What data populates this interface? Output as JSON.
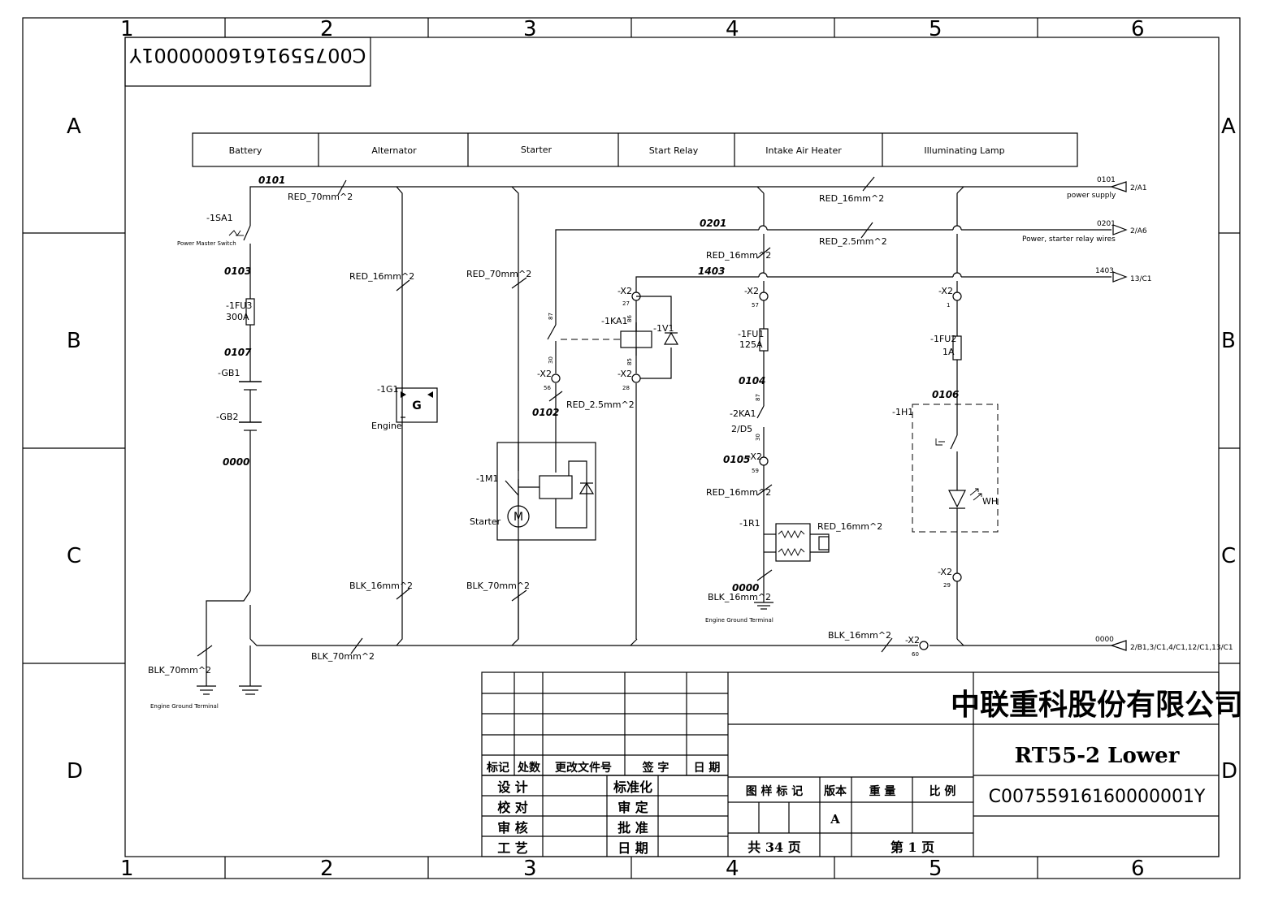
{
  "border": {
    "columns": [
      "1",
      "2",
      "3",
      "4",
      "5",
      "6"
    ],
    "rows": [
      "A",
      "B",
      "C",
      "D"
    ]
  },
  "corner_stamp": "C00755916160000001Y",
  "function_header": [
    "Battery",
    "Alternator",
    "Starter",
    "Start Relay",
    "Intake Air Heater",
    "Illuminating Lamp"
  ],
  "wires": {
    "w0101": "0101",
    "w0103": "0103",
    "w0107": "0107",
    "w0000": "0000",
    "w0201": "0201",
    "w1403": "1403",
    "w0102": "0102",
    "w0104": "0104",
    "w0105": "0105",
    "w0106": "0106",
    "w0000b": "0000"
  },
  "cables": {
    "red70a": "RED_70mm^2",
    "red16alt": "RED_16mm^2",
    "red70st": "RED_70mm^2",
    "red16main": "RED_16mm^2",
    "red25a": "RED_2.5mm^2",
    "red16b": "RED_16mm^2",
    "red25b": "RED_2.5mm^2",
    "red16c": "RED_16mm^2",
    "red16d": "RED_16mm^2",
    "blk16alt": "BLK_16mm^2",
    "blk70st": "BLK_70mm^2",
    "blk70bot": "BLK_70mm^2",
    "blk70gnd": "BLK_70mm^2",
    "blk16heat": "BLK_16mm^2",
    "blk16right": "BLK_16mm^2"
  },
  "components": {
    "sa1": "-1SA1",
    "sa1_desc": "Power Master Switch",
    "fu3": "-1FU3",
    "fu3_rating": "300A",
    "gb1": "-GB1",
    "gb2": "-GB2",
    "g1": "-1G1",
    "g1_sym": "G",
    "g1_desc": "Engine",
    "m1": "-1M1",
    "m1_sym": "M",
    "m1_desc": "Starter",
    "ka1": "-1KA1",
    "v1": "-1V1",
    "fu1": "-1FU1",
    "fu1_rating": "125A",
    "ka2": "-2KA1",
    "ka2_ref": "2/D5",
    "r1": "-1R1",
    "fu2": "-1FU2",
    "fu2_rating": "1A",
    "h1": "-1H1",
    "wh": "WH",
    "gnd1": "Engine Ground Terminal",
    "gnd2": "Engine Ground Terminal"
  },
  "terminals": {
    "x2_27": "-X2",
    "n27": "27",
    "x2_28": "-X2",
    "n28": "28",
    "x2_56": "-X2",
    "n56": "56",
    "x2_57": "-X2",
    "n57": "57",
    "x2_59": "-X2",
    "n59": "59",
    "x2_1": "-X2",
    "n1": "1",
    "x2_29": "-X2",
    "n29": "29",
    "x2_60": "-X2",
    "n60": "60",
    "p86": "86",
    "p85": "85",
    "p87": "87",
    "p30": "30",
    "p87b": "87",
    "p30b": "30"
  },
  "xrefs": {
    "r1_wire": "0101",
    "r1_desc": "power supply",
    "r1_ref": "2/A1",
    "r2_wire": "0201",
    "r2_desc": "Power, starter relay wires",
    "r2_ref": "2/A6",
    "r3_wire": "1403",
    "r3_ref": "13/C1",
    "r4_wire": "0000",
    "r4_ref": "2/B1,3/C1,4/C1,12/C1,13/C1"
  },
  "title_block": {
    "company": "中联重科股份有限公司",
    "drawing_name": "RT55-2 Lower",
    "drawing_no": "C00755916160000001Y",
    "rev_headers": [
      "标记",
      "处数",
      "更改文件号",
      "签 字",
      "日 期"
    ],
    "left_labels": [
      "设 计",
      "校 对",
      "审 核",
      "工 艺"
    ],
    "mid_labels": [
      "标准化",
      "审 定",
      "批 准",
      "日 期"
    ],
    "col_headers": [
      "图 样 标 记",
      "版本",
      "重 量",
      "比 例"
    ],
    "version": "A",
    "total_sheets": "共  34  页",
    "sheet_no": "第  1  页"
  }
}
